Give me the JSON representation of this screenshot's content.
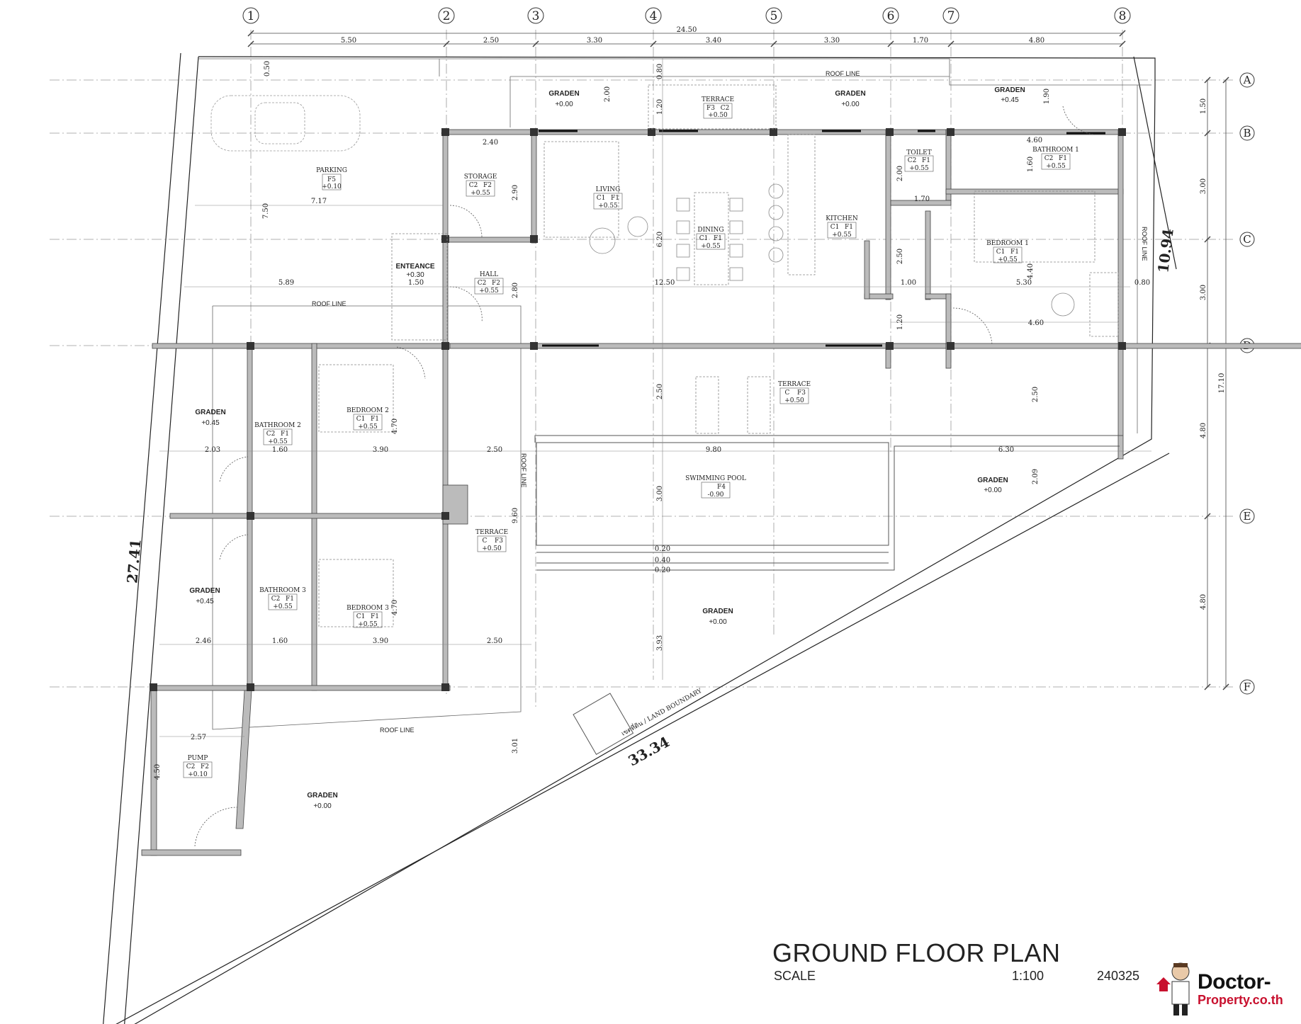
{
  "drawing": {
    "title": "GROUND FLOOR PLAN",
    "scale_label": "SCALE",
    "scale_value": "1:100",
    "drawing_number": "240325"
  },
  "logo": {
    "line1": "Doctor-",
    "line2": "Property.co.th"
  },
  "grid": {
    "columns": [
      "1",
      "2",
      "3",
      "4",
      "5",
      "6",
      "7",
      "8"
    ],
    "rows": [
      "A",
      "B",
      "C",
      "D",
      "E",
      "F"
    ]
  },
  "dimensions": {
    "overall_top": "24.50",
    "top": [
      "5.50",
      "2.50",
      "3.30",
      "3.40",
      "3.30",
      "1.70",
      "4.80"
    ],
    "right": [
      "1.50",
      "3.00",
      "3.00",
      "4.80",
      "4.80"
    ],
    "right_total": "17.10",
    "big_right": "10.94",
    "big_left": "27.41",
    "big_boundary": "33.34",
    "interior": {
      "d050": "0.50",
      "d200": "2.00",
      "d080": "0.80",
      "d120": "1.20",
      "d190": "1.90",
      "d240": "2.40",
      "d290": "2.90",
      "d750": "7.50",
      "d717": "7.17",
      "d589": "5.89",
      "d150": "1.50",
      "d280": "2.80",
      "d620": "6.20",
      "d1250": "12.50",
      "d460a": "4.60",
      "d160": "1.60",
      "d200b": "2.00",
      "d170": "1.70",
      "d250": "2.50",
      "d100": "1.00",
      "d530": "5.30",
      "d080b": "0.80",
      "d440": "4.40",
      "d460b": "4.60",
      "d120b": "1.20",
      "d250b": "2.50",
      "d250c": "2.50",
      "d470": "4.70",
      "d203": "2.03",
      "d160b": "1.60",
      "d390": "3.90",
      "d250d": "2.50",
      "d980": "9.80",
      "d630": "6.30",
      "d300": "3.00",
      "d209": "2.09",
      "d960": "9.60",
      "d020a": "0.20",
      "d040": "0.40",
      "d020b": "0.20",
      "d470b": "4.70",
      "d246": "2.46",
      "d160c": "1.60",
      "d390b": "3.90",
      "d250e": "2.50",
      "d393": "3.93",
      "d257": "2.57",
      "d450": "4.50",
      "d301": "3.01"
    }
  },
  "labels": {
    "roof_line": "ROOF LINE",
    "land_boundary": "เขตที่ดิน / LAND BOUNDARY"
  },
  "rooms": [
    {
      "name": "GRADEN",
      "level": "+0.00",
      "codes": []
    },
    {
      "name": "TERRACE",
      "level": "+0.50",
      "codes": [
        "F3",
        "C2"
      ]
    },
    {
      "name": "GRADEN",
      "level": "+0.00",
      "codes": []
    },
    {
      "name": "GRADEN",
      "level": "+0.45",
      "codes": []
    },
    {
      "name": "PARKING",
      "level": "+0.10",
      "codes": [
        "F5"
      ]
    },
    {
      "name": "STORAGE",
      "level": "+0.55",
      "codes": [
        "C2",
        "F2"
      ]
    },
    {
      "name": "LIVING",
      "level": "+0.55",
      "codes": [
        "C1",
        "F1"
      ]
    },
    {
      "name": "DINING",
      "level": "+0.55",
      "codes": [
        "C1",
        "F1"
      ]
    },
    {
      "name": "KITCHEN",
      "level": "+0.55",
      "codes": [
        "C1",
        "F1"
      ]
    },
    {
      "name": "TOILET",
      "level": "+0.55",
      "codes": [
        "C2",
        "F1"
      ]
    },
    {
      "name": "BATHROOM 1",
      "level": "+0.55",
      "codes": [
        "C2",
        "F1"
      ]
    },
    {
      "name": "BEDROOM 1",
      "level": "+0.55",
      "codes": [
        "C1",
        "F1"
      ]
    },
    {
      "name": "ENTEANCE",
      "level": "+0.30",
      "codes": []
    },
    {
      "name": "HALL",
      "level": "+0.55",
      "codes": [
        "C2",
        "F2"
      ]
    },
    {
      "name": "TERRACE",
      "level": "+0.50",
      "codes": [
        "C",
        "F3"
      ]
    },
    {
      "name": "GRADEN",
      "level": "+0.45",
      "codes": []
    },
    {
      "name": "BATHROOM 2",
      "level": "+0.55",
      "codes": [
        "C2",
        "F1"
      ]
    },
    {
      "name": "BEDROOM 2",
      "level": "+0.55",
      "codes": [
        "C1",
        "F1"
      ]
    },
    {
      "name": "SWIMMING POOL",
      "level": "-0.90",
      "codes": [
        "F4"
      ]
    },
    {
      "name": "GRADEN",
      "level": "+0.00",
      "codes": []
    },
    {
      "name": "TERRACE",
      "level": "+0.50",
      "codes": [
        "C",
        "F3"
      ]
    },
    {
      "name": "GRADEN",
      "level": "+0.45",
      "codes": []
    },
    {
      "name": "BATHROOM 3",
      "level": "+0.55",
      "codes": [
        "C2",
        "F1"
      ]
    },
    {
      "name": "BEDROOM 3",
      "level": "+0.55",
      "codes": [
        "C1",
        "F1"
      ]
    },
    {
      "name": "GRADEN",
      "level": "+0.00",
      "codes": []
    },
    {
      "name": "PUMP",
      "level": "+0.10",
      "codes": [
        "C2",
        "F2"
      ]
    },
    {
      "name": "GRADEN",
      "level": "+0.00",
      "codes": []
    }
  ]
}
